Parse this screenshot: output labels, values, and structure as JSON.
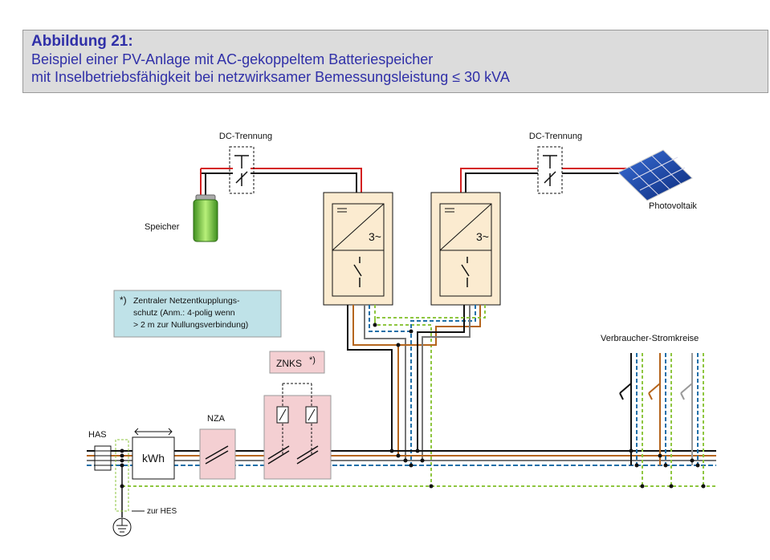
{
  "caption": {
    "heading": "Abbildung 21:",
    "line1": "Beispiel einer PV-Anlage mit AC-gekoppeltem Batteriespeicher",
    "line2": "mit Inselbetriebsfähigkeit bei netzwirksamer Bemessungsleistung ≤ 30 kVA"
  },
  "labels": {
    "dc_left": "DC-Trennung",
    "dc_right": "DC-Trennung",
    "storage": "Speicher",
    "pv": "Photovoltaik",
    "inverter_left_phase": "3~",
    "inverter_right_phase": "3~",
    "znks": "ZNKS",
    "znks_mark": "*)",
    "nza": "NZA",
    "has": "HAS",
    "meter": "kWh",
    "consumers": "Verbraucher-Stromkreise",
    "hes": "zur HES"
  },
  "note": {
    "mark": "*)",
    "line1": "Zentraler Netzentkupplungs-",
    "line2": "schutz (Anm.: 4-polig wenn",
    "line3": "> 2 m zur Nullungsverbindung)"
  },
  "colors": {
    "caption_text": "#3030a8",
    "caption_bg": "#dcdcdc",
    "inverter_fill": "#fbebd0",
    "switch_box_fill": "#f4cfd2",
    "note_fill": "#bfe2e8",
    "wire_l1": "#111111",
    "wire_l2": "#b5651d",
    "wire_l3": "#777777",
    "wire_n": "#1f6fa8",
    "wire_pe": "#8ec63f",
    "dc_plus": "#d42020",
    "battery": "#7ac943"
  }
}
